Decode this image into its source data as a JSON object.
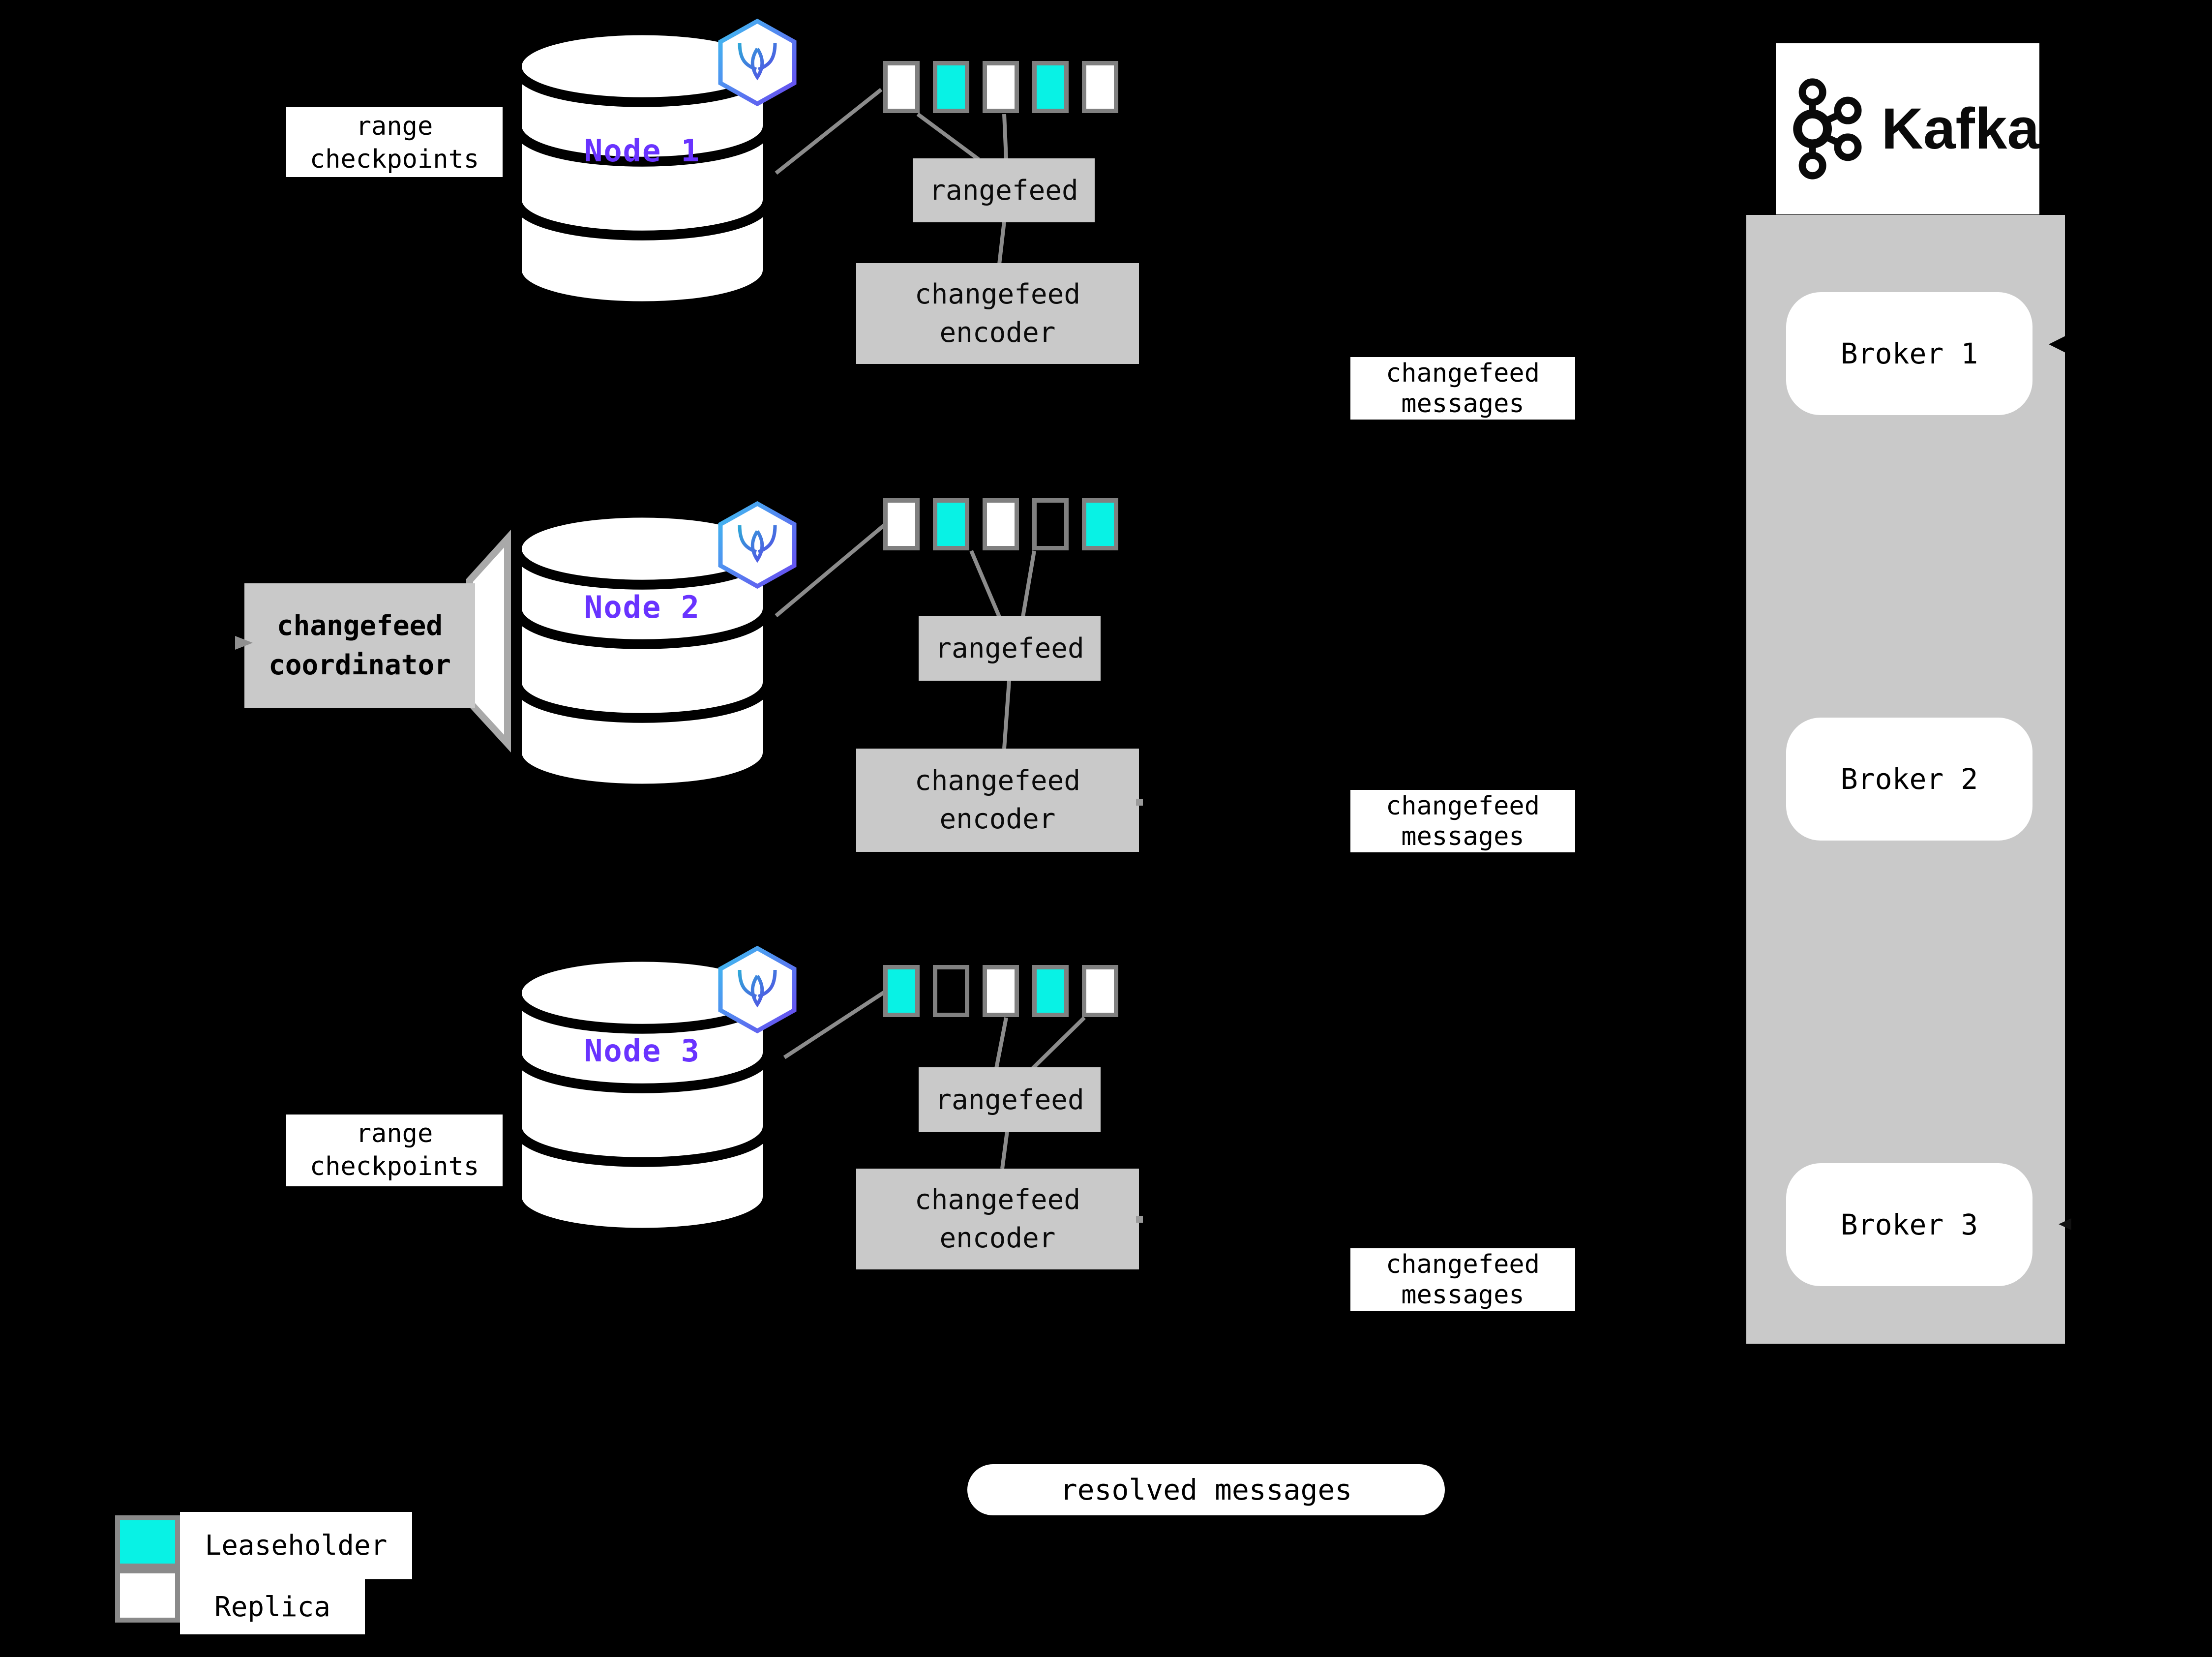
{
  "colors": {
    "background": "#000000",
    "leaseholder": "#08f2e5",
    "replica": "#ffffff",
    "node_label_purple": "#6933ff",
    "box_gray": "#c9c9c9",
    "range_border_gray": "#808080",
    "connector_gray": "#8c8c8c",
    "crdb_gradient_start": "#3fc0f0",
    "crdb_gradient_end": "#6a46f0"
  },
  "labels": {
    "rangefeed": "rangefeed",
    "encoder_line1": "changefeed",
    "encoder_line2": "encoder",
    "messages_line1": "changefeed",
    "messages_line2": "messages",
    "checkpoints_line1": "range",
    "checkpoints_line2": "checkpoints",
    "coordinator_line1": "changefeed",
    "coordinator_line2": "coordinator",
    "resolved": "resolved messages"
  },
  "nodes": [
    {
      "name": "Node 1",
      "ranges": [
        "replica",
        "leaseholder",
        "replica",
        "leaseholder",
        "replica"
      ]
    },
    {
      "name": "Node 2",
      "ranges": [
        "replica",
        "leaseholder",
        "replica",
        "empty",
        "leaseholder"
      ]
    },
    {
      "name": "Node 3",
      "ranges": [
        "leaseholder",
        "empty",
        "replica",
        "leaseholder",
        "replica"
      ]
    }
  ],
  "kafka": {
    "brand": "Kafka",
    "brokers": [
      "Broker 1",
      "Broker 2",
      "Broker 3"
    ]
  },
  "legend": {
    "items": [
      {
        "label": "Leaseholder",
        "swatch": "leaseholder"
      },
      {
        "label": "Replica",
        "swatch": "replica"
      }
    ]
  }
}
